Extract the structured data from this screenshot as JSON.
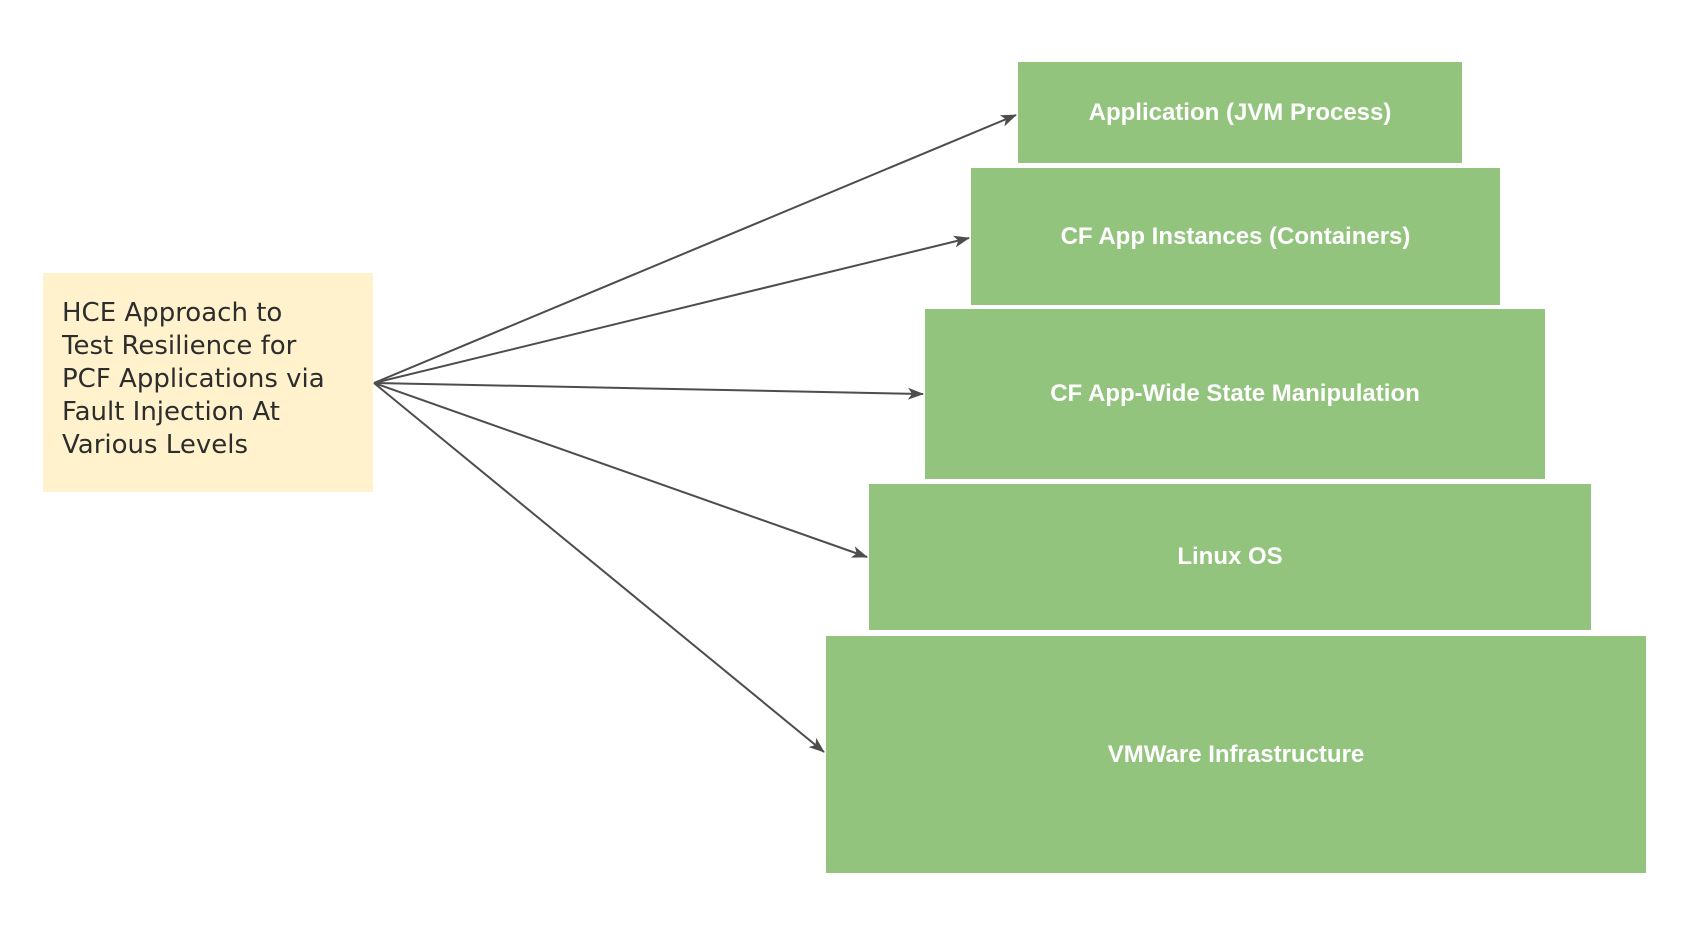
{
  "diagram": {
    "type": "fan-out",
    "source": {
      "text": "HCE Approach to Test Resilience for PCF Applications via Fault Injection At Various Levels",
      "lines": [
        "HCE Approach to",
        "Test Resilience for",
        "PCF Applications via",
        "Fault Injection At",
        "Various Levels"
      ]
    },
    "levels": [
      {
        "label": "Application (JVM Process)"
      },
      {
        "label": "CF App Instances (Containers)"
      },
      {
        "label": "CF App-Wide State Manipulation"
      },
      {
        "label": "Linux OS"
      },
      {
        "label": "VMWare Infrastructure"
      }
    ],
    "connections": [
      {
        "from": "source-note",
        "to": "Application (JVM Process)"
      },
      {
        "from": "source-note",
        "to": "CF App Instances (Containers)"
      },
      {
        "from": "source-note",
        "to": "CF App-Wide State Manipulation"
      },
      {
        "from": "source-note",
        "to": "Linux OS"
      },
      {
        "from": "source-note",
        "to": "VMWare Infrastructure"
      }
    ]
  },
  "colors": {
    "background": "#ffffff",
    "level_box_fill": "#93c47d",
    "level_box_text": "#ffffff",
    "note_fill": "#fff2cc",
    "note_text": "#2d2d2d",
    "arrow": "#4d4d4d"
  }
}
